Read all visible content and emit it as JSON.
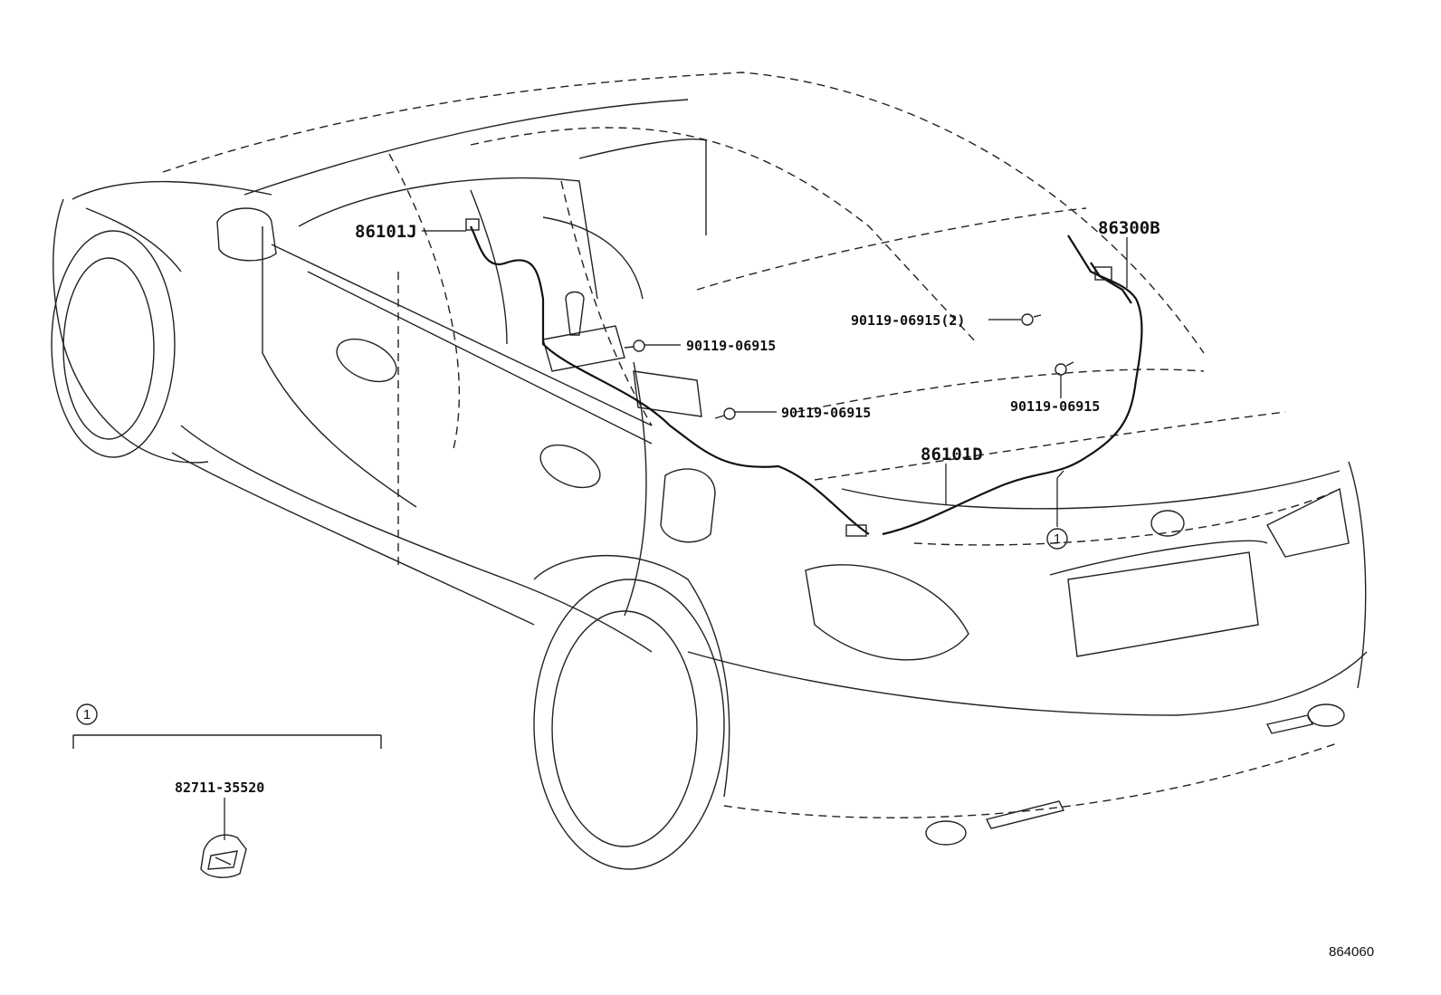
{
  "callouts": {
    "harness_front": "86101J",
    "harness_rear": "86101D",
    "antenna": "86300B",
    "bolt_console": "90119-06915",
    "bolt_door": "90119-06915",
    "bolt_trunk_pair": "90119-06915(2)",
    "bolt_trunk": "90119-06915",
    "clamp": "82711-35520",
    "ref_marker": "1"
  },
  "figure_number": "864060"
}
